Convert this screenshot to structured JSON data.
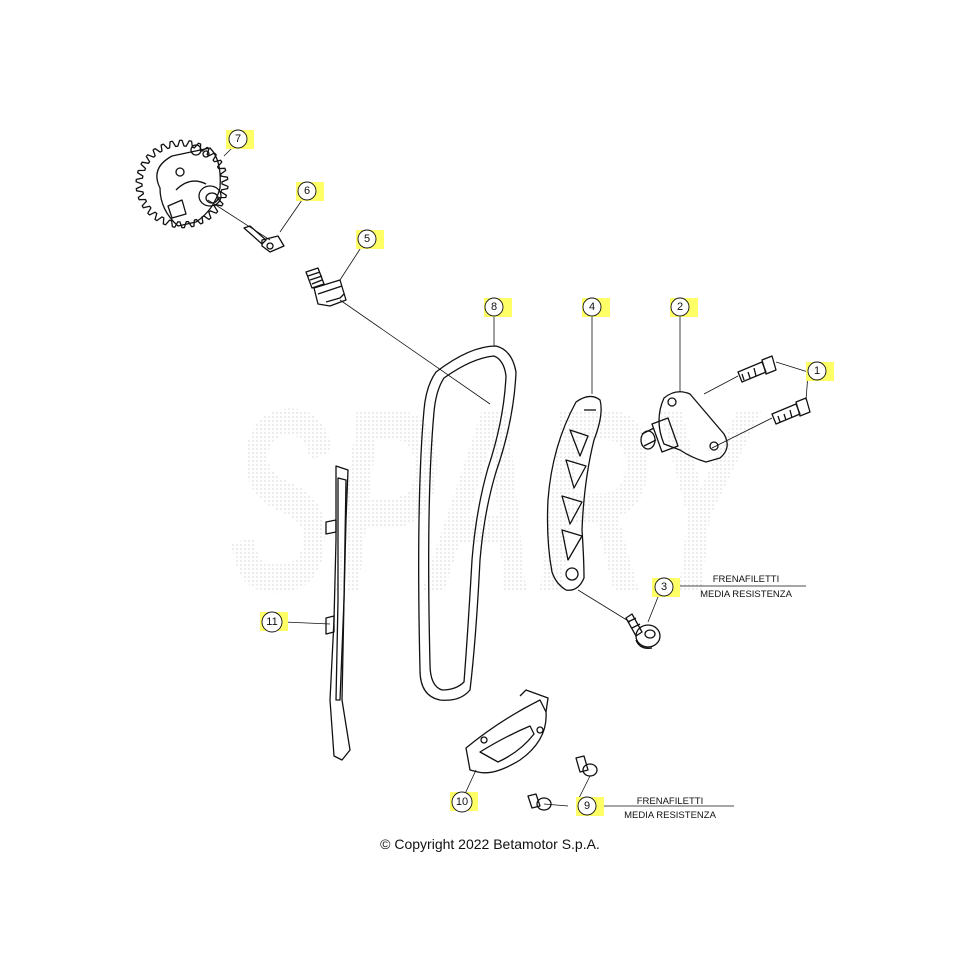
{
  "diagram": {
    "watermark": "SPARY",
    "callouts": {
      "c1": "1",
      "c2": "2",
      "c3": "3",
      "c4": "4",
      "c5": "5",
      "c6": "6",
      "c7": "7",
      "c8": "8",
      "c9": "9",
      "c10": "10",
      "c11": "11"
    },
    "notes": {
      "note3_line1": "FRENAFILETTI",
      "note3_line2": "MEDIA RESISTENZA",
      "note9_line1": "FRENAFILETTI",
      "note9_line2": "MEDIA RESISTENZA"
    },
    "colors": {
      "outline": "#111111",
      "callout_box": "#ffff66",
      "watermark": "#cfcfcf"
    }
  },
  "footer": {
    "copyright": "© Copyright 2022 Betamotor S.p.A."
  }
}
